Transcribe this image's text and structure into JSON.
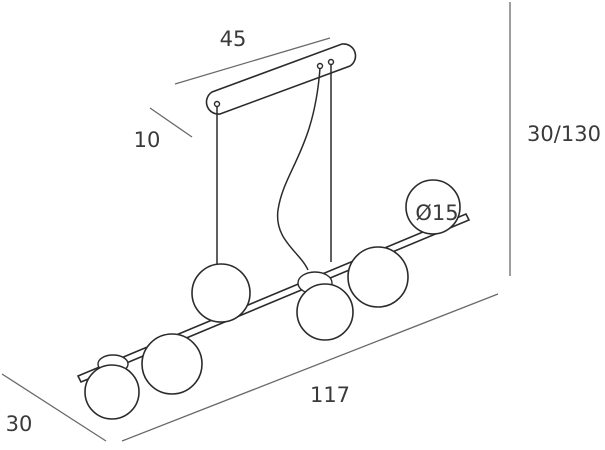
{
  "dimensions": {
    "canopy_length": "45",
    "canopy_depth": "10",
    "height": "30/130",
    "globe_diameter": "Ø15",
    "bar_length": "117",
    "depth": "30"
  }
}
